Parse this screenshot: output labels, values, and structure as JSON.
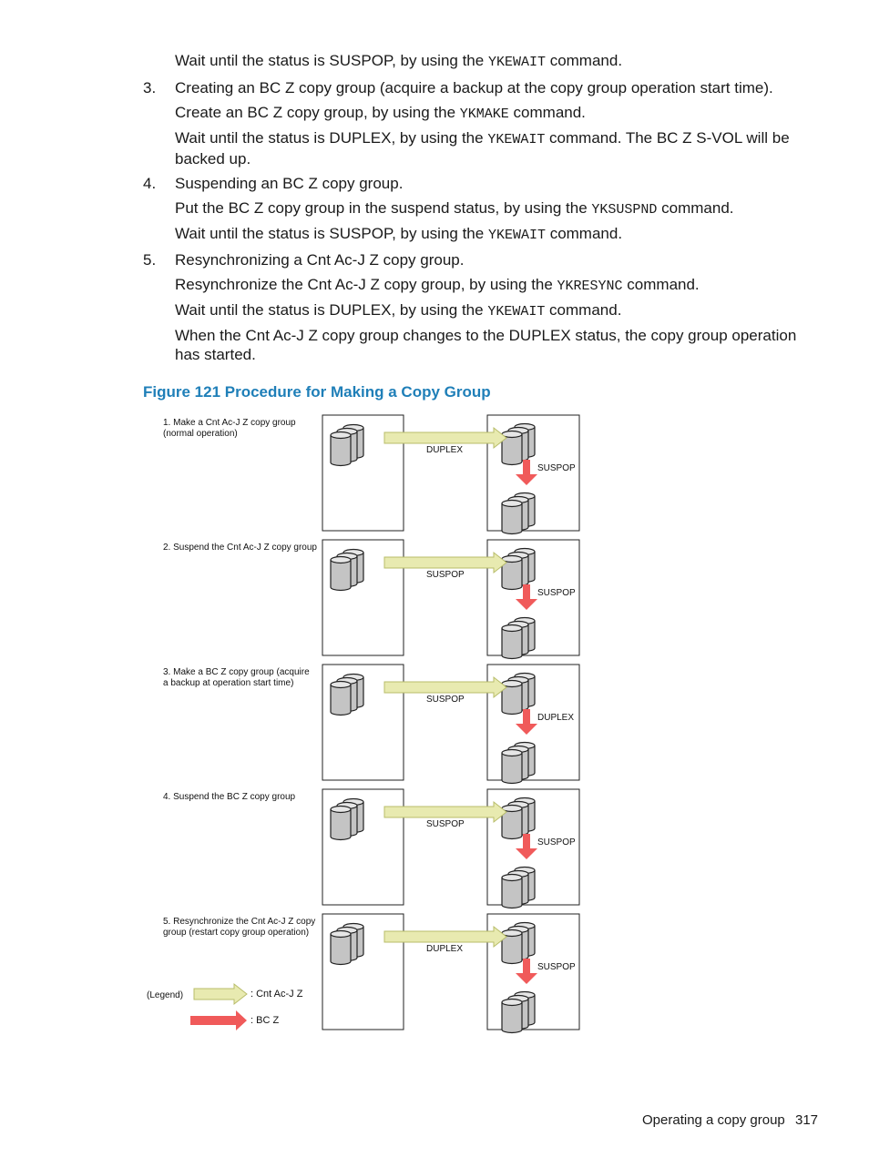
{
  "text": {
    "l1": {
      "a": "Wait until the status is SUSPOP, by using the ",
      "cmd": "YKEWAIT",
      "b": " command."
    },
    "s3": {
      "num": "3.",
      "title": "Creating an BC Z copy group (acquire a backup at the copy group operation start time)."
    },
    "l3a": {
      "a": "Create an BC Z copy group, by using the ",
      "cmd": "YKMAKE",
      "b": " command."
    },
    "l3b": {
      "a": "Wait until the status is DUPLEX, by using the ",
      "cmd": "YKEWAIT",
      "b": " command. The BC Z S-VOL will be backed up."
    },
    "s4": {
      "num": "4.",
      "title": "Suspending an BC Z copy group."
    },
    "l4a": {
      "a": "Put the BC Z copy group in the suspend status, by using the ",
      "cmd": "YKSUSPND",
      "b": " command."
    },
    "l4b": {
      "a": "Wait until the status is SUSPOP, by using the ",
      "cmd": "YKEWAIT",
      "b": " command."
    },
    "s5": {
      "num": "5.",
      "title": "Resynchronizing a Cnt Ac-J Z copy group."
    },
    "l5a": {
      "a": "Resynchronize the Cnt Ac-J Z copy group, by using the ",
      "cmd": "YKRESYNC",
      "b": " command."
    },
    "l5b": {
      "a": "Wait until the status is DUPLEX, by using the ",
      "cmd": "YKEWAIT",
      "b": " command."
    },
    "l5c": "When the Cnt Ac-J Z copy group changes to the DUPLEX status, the copy group operation has started."
  },
  "figure_title": "Figure 121 Procedure for Making a Copy Group",
  "figure": {
    "steps": [
      {
        "label": [
          "1. Make a Cnt Ac-J Z copy group",
          "(normal operation)"
        ],
        "cnt_status": "DUPLEX",
        "bc_status": "SUSPOP"
      },
      {
        "label": [
          "2. Suspend the Cnt Ac-J Z copy group"
        ],
        "cnt_status": "SUSPOP",
        "bc_status": "SUSPOP"
      },
      {
        "label": [
          "3. Make a BC Z copy group (acquire",
          "a backup at operation start time)"
        ],
        "cnt_status": "SUSPOP",
        "bc_status": "DUPLEX"
      },
      {
        "label": [
          "4. Suspend the BC Z copy group"
        ],
        "cnt_status": "SUSPOP",
        "bc_status": "SUSPOP"
      },
      {
        "label": [
          "5. Resynchronize the Cnt Ac-J Z copy",
          "group (restart copy group operation)"
        ],
        "cnt_status": "DUPLEX",
        "bc_status": "SUSPOP"
      }
    ],
    "legend": {
      "title": "(Legend)",
      "cnt_label": ": Cnt Ac-J Z",
      "bc_label": ": BC Z"
    }
  },
  "colors": {
    "accent": "#1f7fb8",
    "cnt_arrow": "#e8eab0",
    "cnt_arrow_stroke": "#b8bc6a",
    "bc_arrow": "#f05a5a"
  },
  "footer": {
    "section": "Operating a copy group",
    "page": "317"
  }
}
